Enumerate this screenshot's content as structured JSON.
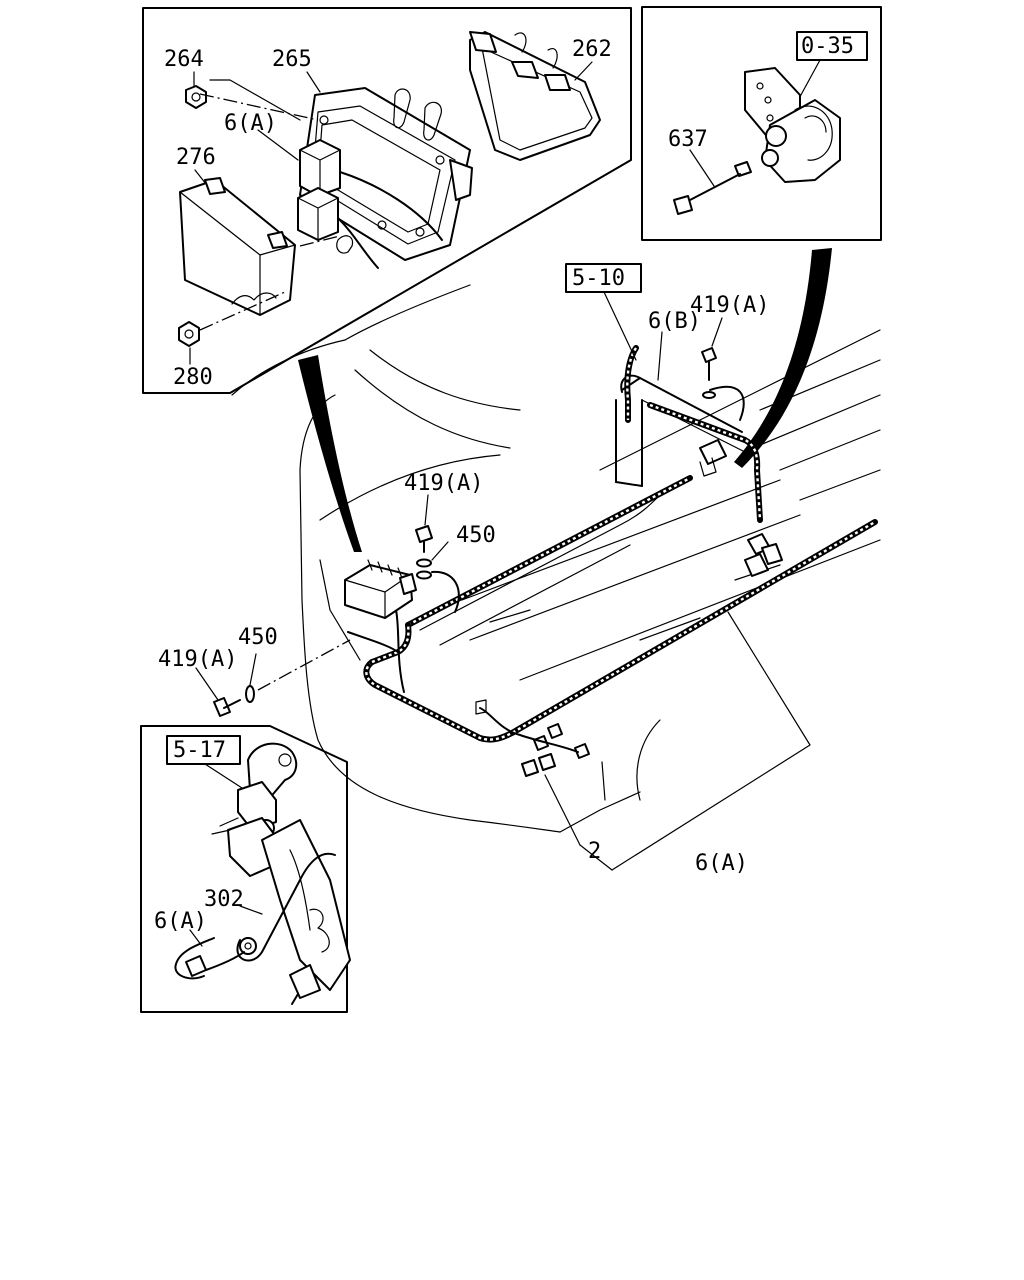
{
  "callouts": {
    "c264": "264",
    "c265": "265",
    "c262": "262",
    "c6a_top": "6(A)",
    "c276": "276",
    "c280": "280",
    "c035": "0-35",
    "c637": "637",
    "c510": "5-10",
    "c6b": "6(B)",
    "c419a_right": "419(A)",
    "c419a_mid": "419(A)",
    "c450_mid": "450",
    "c419a_left": "419(A)",
    "c450_left": "450",
    "c517": "5-17",
    "c302": "302",
    "c6a_inset": "6(A)",
    "c2": "2",
    "c6a_bottom": "6(A)"
  }
}
